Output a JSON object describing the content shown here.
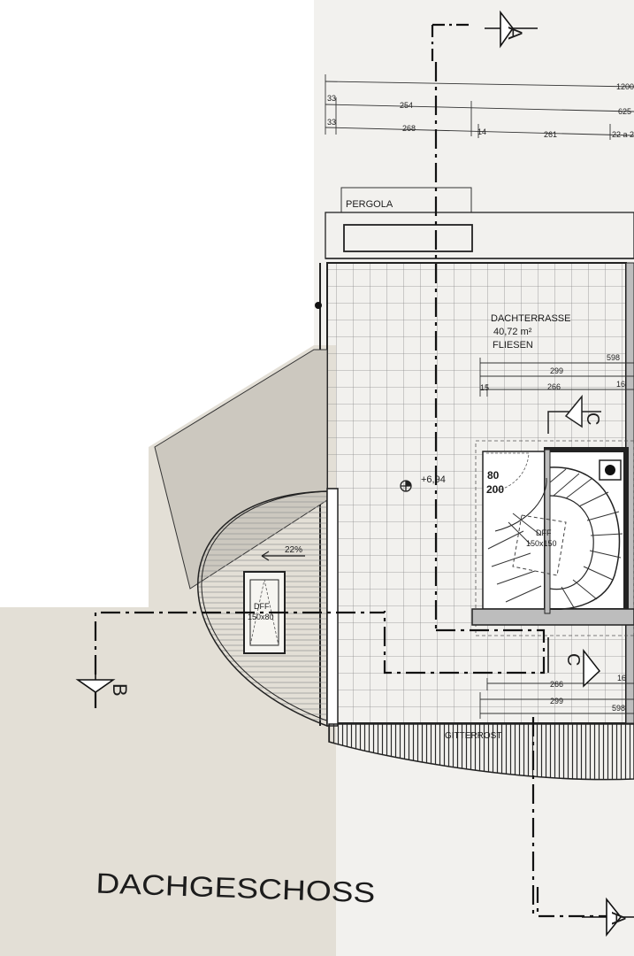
{
  "plan": {
    "title": "DACHGESCHOSS",
    "colors": {
      "paper_white": "#ffffff",
      "paper_tint": "#e3dfd6",
      "ink": "#1c1c1c",
      "grid": "#8a8a8a"
    },
    "section_markers": {
      "A_top": "A",
      "A_bottom": "A",
      "B": "B",
      "C_top": "C",
      "C_bottom": "C"
    },
    "dimensions_top": {
      "row1": [
        "1200"
      ],
      "row2": [
        "33",
        "254",
        "625"
      ],
      "row3": [
        "33",
        "268",
        "14",
        "261",
        "22 a 2"
      ]
    },
    "pergola": {
      "label": "PERGOLA"
    },
    "terrace": {
      "name": "DACHTERRASSE",
      "area": "40,72 m²",
      "surface": "FLIESEN"
    },
    "dims_terrace_upper": [
      "598",
      "299",
      "15",
      "266",
      "16"
    ],
    "dims_terrace_lower": [
      "266",
      "16",
      "299",
      "598"
    ],
    "level_mark": "+6,94",
    "door": {
      "width": "80",
      "height": "200"
    },
    "stair_window": {
      "label": "DFF",
      "size": "150x150"
    },
    "roof": {
      "slope": "22%"
    },
    "skylight": {
      "label": "DFF",
      "size": "150x80"
    },
    "grating": {
      "label": "GITTERROST"
    }
  }
}
